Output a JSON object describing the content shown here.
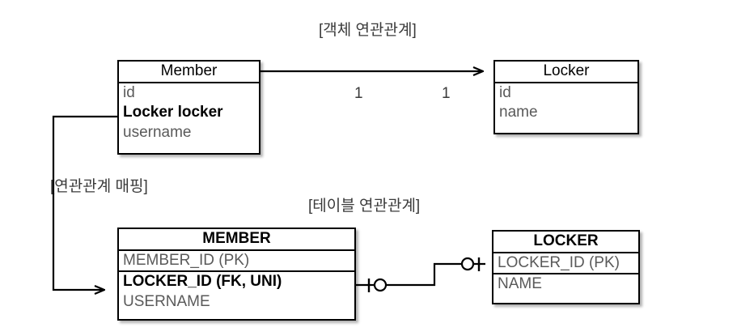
{
  "diagram": {
    "captions": {
      "object_relation": "[객체 연관관계]",
      "mapping": "[연관관계 매핑]",
      "table_relation": "[테이블 연관관계]"
    },
    "multiplicity": {
      "source": "1",
      "target": "1"
    },
    "object_model": {
      "member": {
        "title": "Member",
        "attributes": [
          {
            "text": "id",
            "emphasis": "normal"
          },
          {
            "text": "Locker locker",
            "emphasis": "strong"
          },
          {
            "text": "username",
            "emphasis": "normal"
          }
        ]
      },
      "locker": {
        "title": "Locker",
        "attributes": [
          {
            "text": "id",
            "emphasis": "normal"
          },
          {
            "text": "name",
            "emphasis": "normal"
          }
        ]
      }
    },
    "table_model": {
      "member": {
        "title": "MEMBER",
        "columns": [
          {
            "text": "MEMBER_ID (PK)",
            "emphasis": "normal"
          },
          {
            "text": "LOCKER_ID (FK, UNI)",
            "emphasis": "strong"
          },
          {
            "text": "USERNAME",
            "emphasis": "normal"
          }
        ]
      },
      "locker": {
        "title": "LOCKER",
        "columns": [
          {
            "text": "LOCKER_ID (PK)",
            "emphasis": "normal"
          },
          {
            "text": "NAME",
            "emphasis": "normal"
          }
        ]
      }
    },
    "connectors": {
      "object_association": "association-arrow-member-to-locker",
      "mapping_arrow": "mapping-arrow-locker-field-to-locker-id-column",
      "table_relation": "crowfoot-one-to-one-member-locker"
    },
    "colors": {
      "stroke": "#000000",
      "text_muted": "#5a5a5a",
      "text_caption": "#3a3a3a",
      "background": "#ffffff"
    }
  }
}
